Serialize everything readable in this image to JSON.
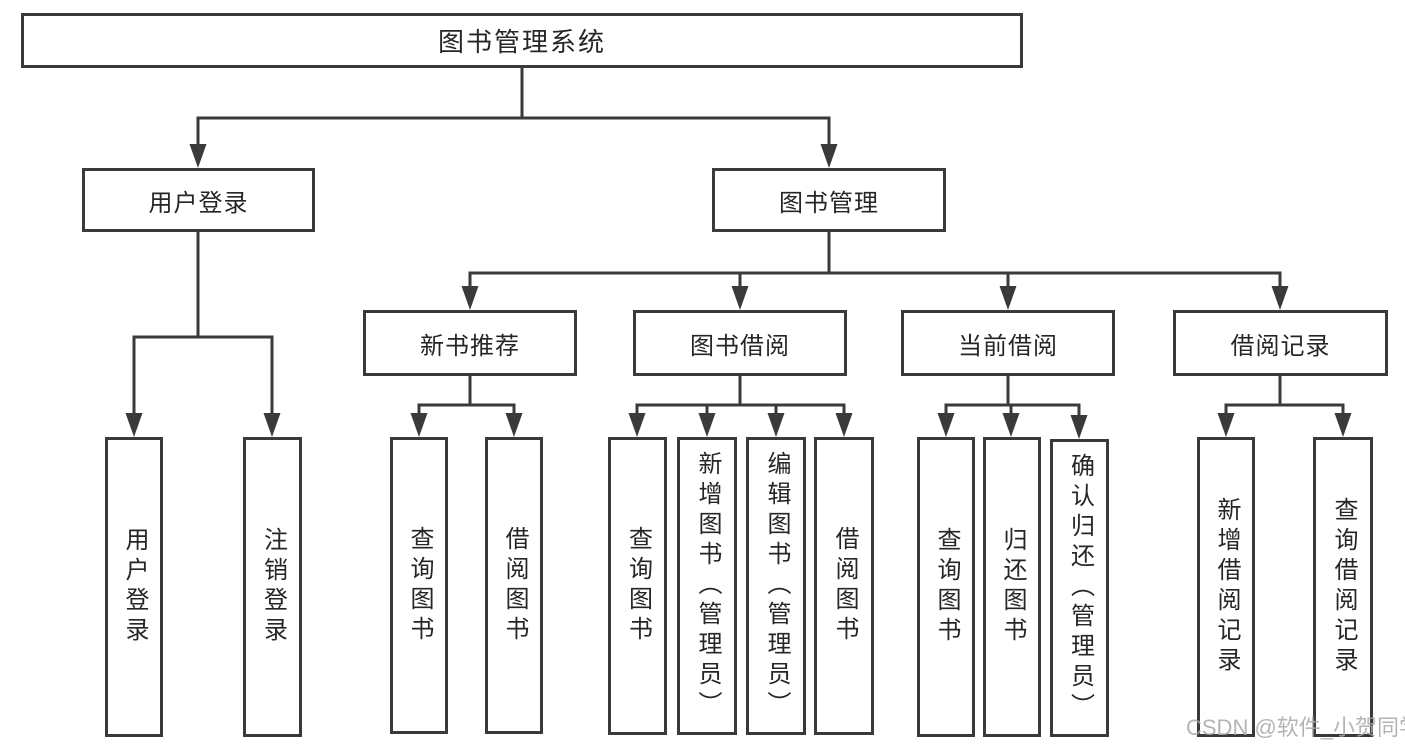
{
  "diagram": {
    "root": "图书管理系统",
    "level2": {
      "user_login_group": "用户登录",
      "book_mgmt_group": "图书管理"
    },
    "level3": {
      "new_book_rec": "新书推荐",
      "book_borrowing": "图书借阅",
      "current_borrowing": "当前借阅",
      "borrowing_records": "借阅记录"
    },
    "leaves": {
      "user_login": "用户登录",
      "logout_login": "注销登录",
      "nbr_query_books": "查询图书",
      "nbr_borrow_books": "借阅图书",
      "bb_query_books": "查询图书",
      "bb_add_books_admin": "新增图书（管理员）",
      "bb_edit_books_admin": "编辑图书（管理员）",
      "bb_borrow_books": "借阅图书",
      "cb_query_books": "查询图书",
      "cb_return_books": "归还图书",
      "cb_confirm_return_admin": "确认归还（管理员）",
      "br_add_record": "新增借阅记录",
      "br_query_record": "查询借阅记录"
    }
  },
  "watermark": "CSDN @软件_小贺同学",
  "colors": {
    "line": "#3a3a3a",
    "text": "#262626",
    "background": "#ffffff",
    "watermark": "#a8a8a8"
  }
}
